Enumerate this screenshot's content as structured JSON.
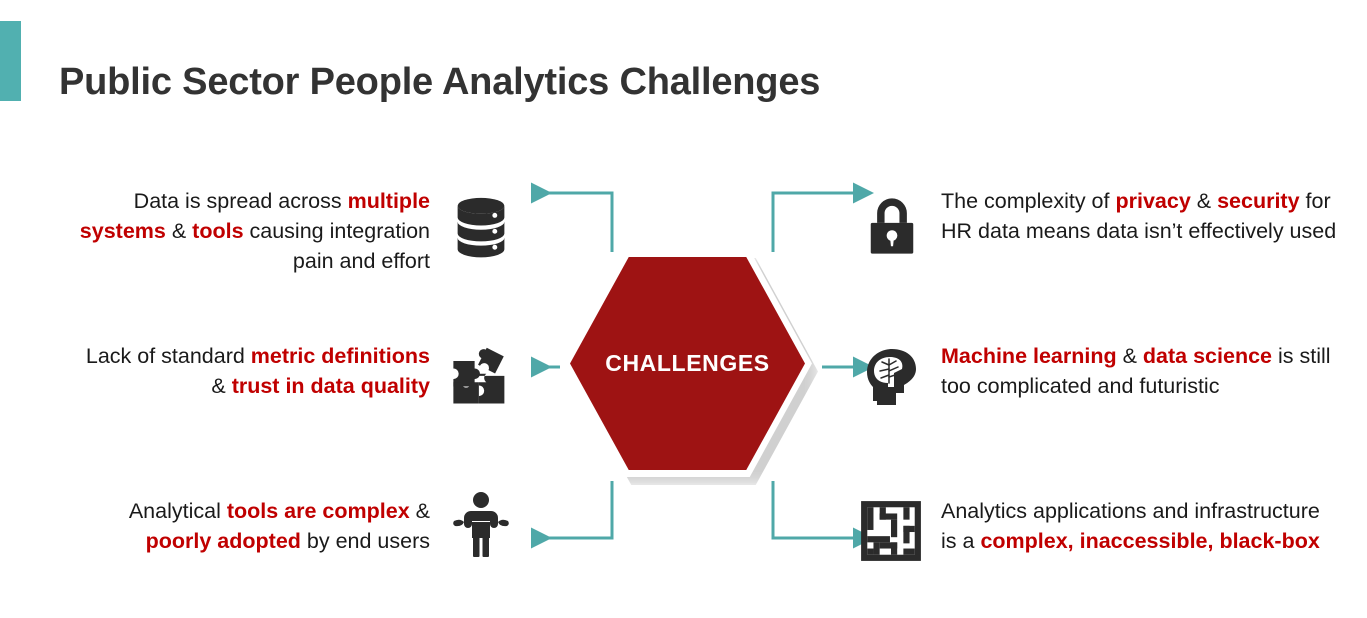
{
  "header": {
    "title": "Public Sector People Analytics Challenges",
    "accent_color": "#51B0B0"
  },
  "diagram": {
    "type": "hub-and-spoke",
    "center": {
      "label": "CHALLENGES",
      "fill_color": "#9E1313",
      "text_color": "#FFFFFF",
      "shape": "hexagon"
    },
    "connector_color": "#4FA8A8",
    "highlight_color": "#C00000",
    "body_text_color": "#1A1A1A",
    "nodes": [
      {
        "position": "left-top",
        "icon": "database-icon",
        "text_parts": [
          {
            "text": "Data is spread across ",
            "highlight": false
          },
          {
            "text": "multiple systems",
            "highlight": true
          },
          {
            "text": " & ",
            "highlight": false
          },
          {
            "text": "tools",
            "highlight": true
          },
          {
            "text": " causing integration pain and effort",
            "highlight": false
          }
        ],
        "plain_text": "Data is spread across multiple systems & tools causing integration pain and effort"
      },
      {
        "position": "left-middle",
        "icon": "puzzle-icon",
        "text_parts": [
          {
            "text": "Lack of standard ",
            "highlight": false
          },
          {
            "text": "metric definitions",
            "highlight": true
          },
          {
            "text": " & ",
            "highlight": false
          },
          {
            "text": "trust in data quality",
            "highlight": true
          }
        ],
        "plain_text": "Lack of standard metric definitions & trust in data quality"
      },
      {
        "position": "left-bottom",
        "icon": "person-shrug-icon",
        "text_parts": [
          {
            "text": "Analytical ",
            "highlight": false
          },
          {
            "text": "tools are complex",
            "highlight": true
          },
          {
            "text": " & ",
            "highlight": false
          },
          {
            "text": "poorly adopted",
            "highlight": true
          },
          {
            "text": " by end users",
            "highlight": false
          }
        ],
        "plain_text": "Analytical tools are complex & poorly adopted by end users"
      },
      {
        "position": "right-top",
        "icon": "lock-icon",
        "text_parts": [
          {
            "text": "The complexity of ",
            "highlight": false
          },
          {
            "text": "privacy",
            "highlight": true
          },
          {
            "text": " & ",
            "highlight": false
          },
          {
            "text": "security",
            "highlight": true
          },
          {
            "text": " for HR data means data isn’t effectively used",
            "highlight": false
          }
        ],
        "plain_text": "The complexity of privacy & security for HR data means data isn’t effectively used"
      },
      {
        "position": "right-middle",
        "icon": "brain-head-icon",
        "text_parts": [
          {
            "text": "Machine learning",
            "highlight": true
          },
          {
            "text": " & ",
            "highlight": false
          },
          {
            "text": "data science",
            "highlight": true
          },
          {
            "text": " is still too complicated and futuristic",
            "highlight": false
          }
        ],
        "plain_text": "Machine learning & data science is still too complicated and futuristic"
      },
      {
        "position": "right-bottom",
        "icon": "maze-icon",
        "text_parts": [
          {
            "text": "Analytics applications and infrastructure is a ",
            "highlight": false
          },
          {
            "text": "complex, inaccessible, black-box",
            "highlight": true
          }
        ],
        "plain_text": "Analytics applications and infrastructure is a complex, inaccessible, black-box"
      }
    ]
  }
}
